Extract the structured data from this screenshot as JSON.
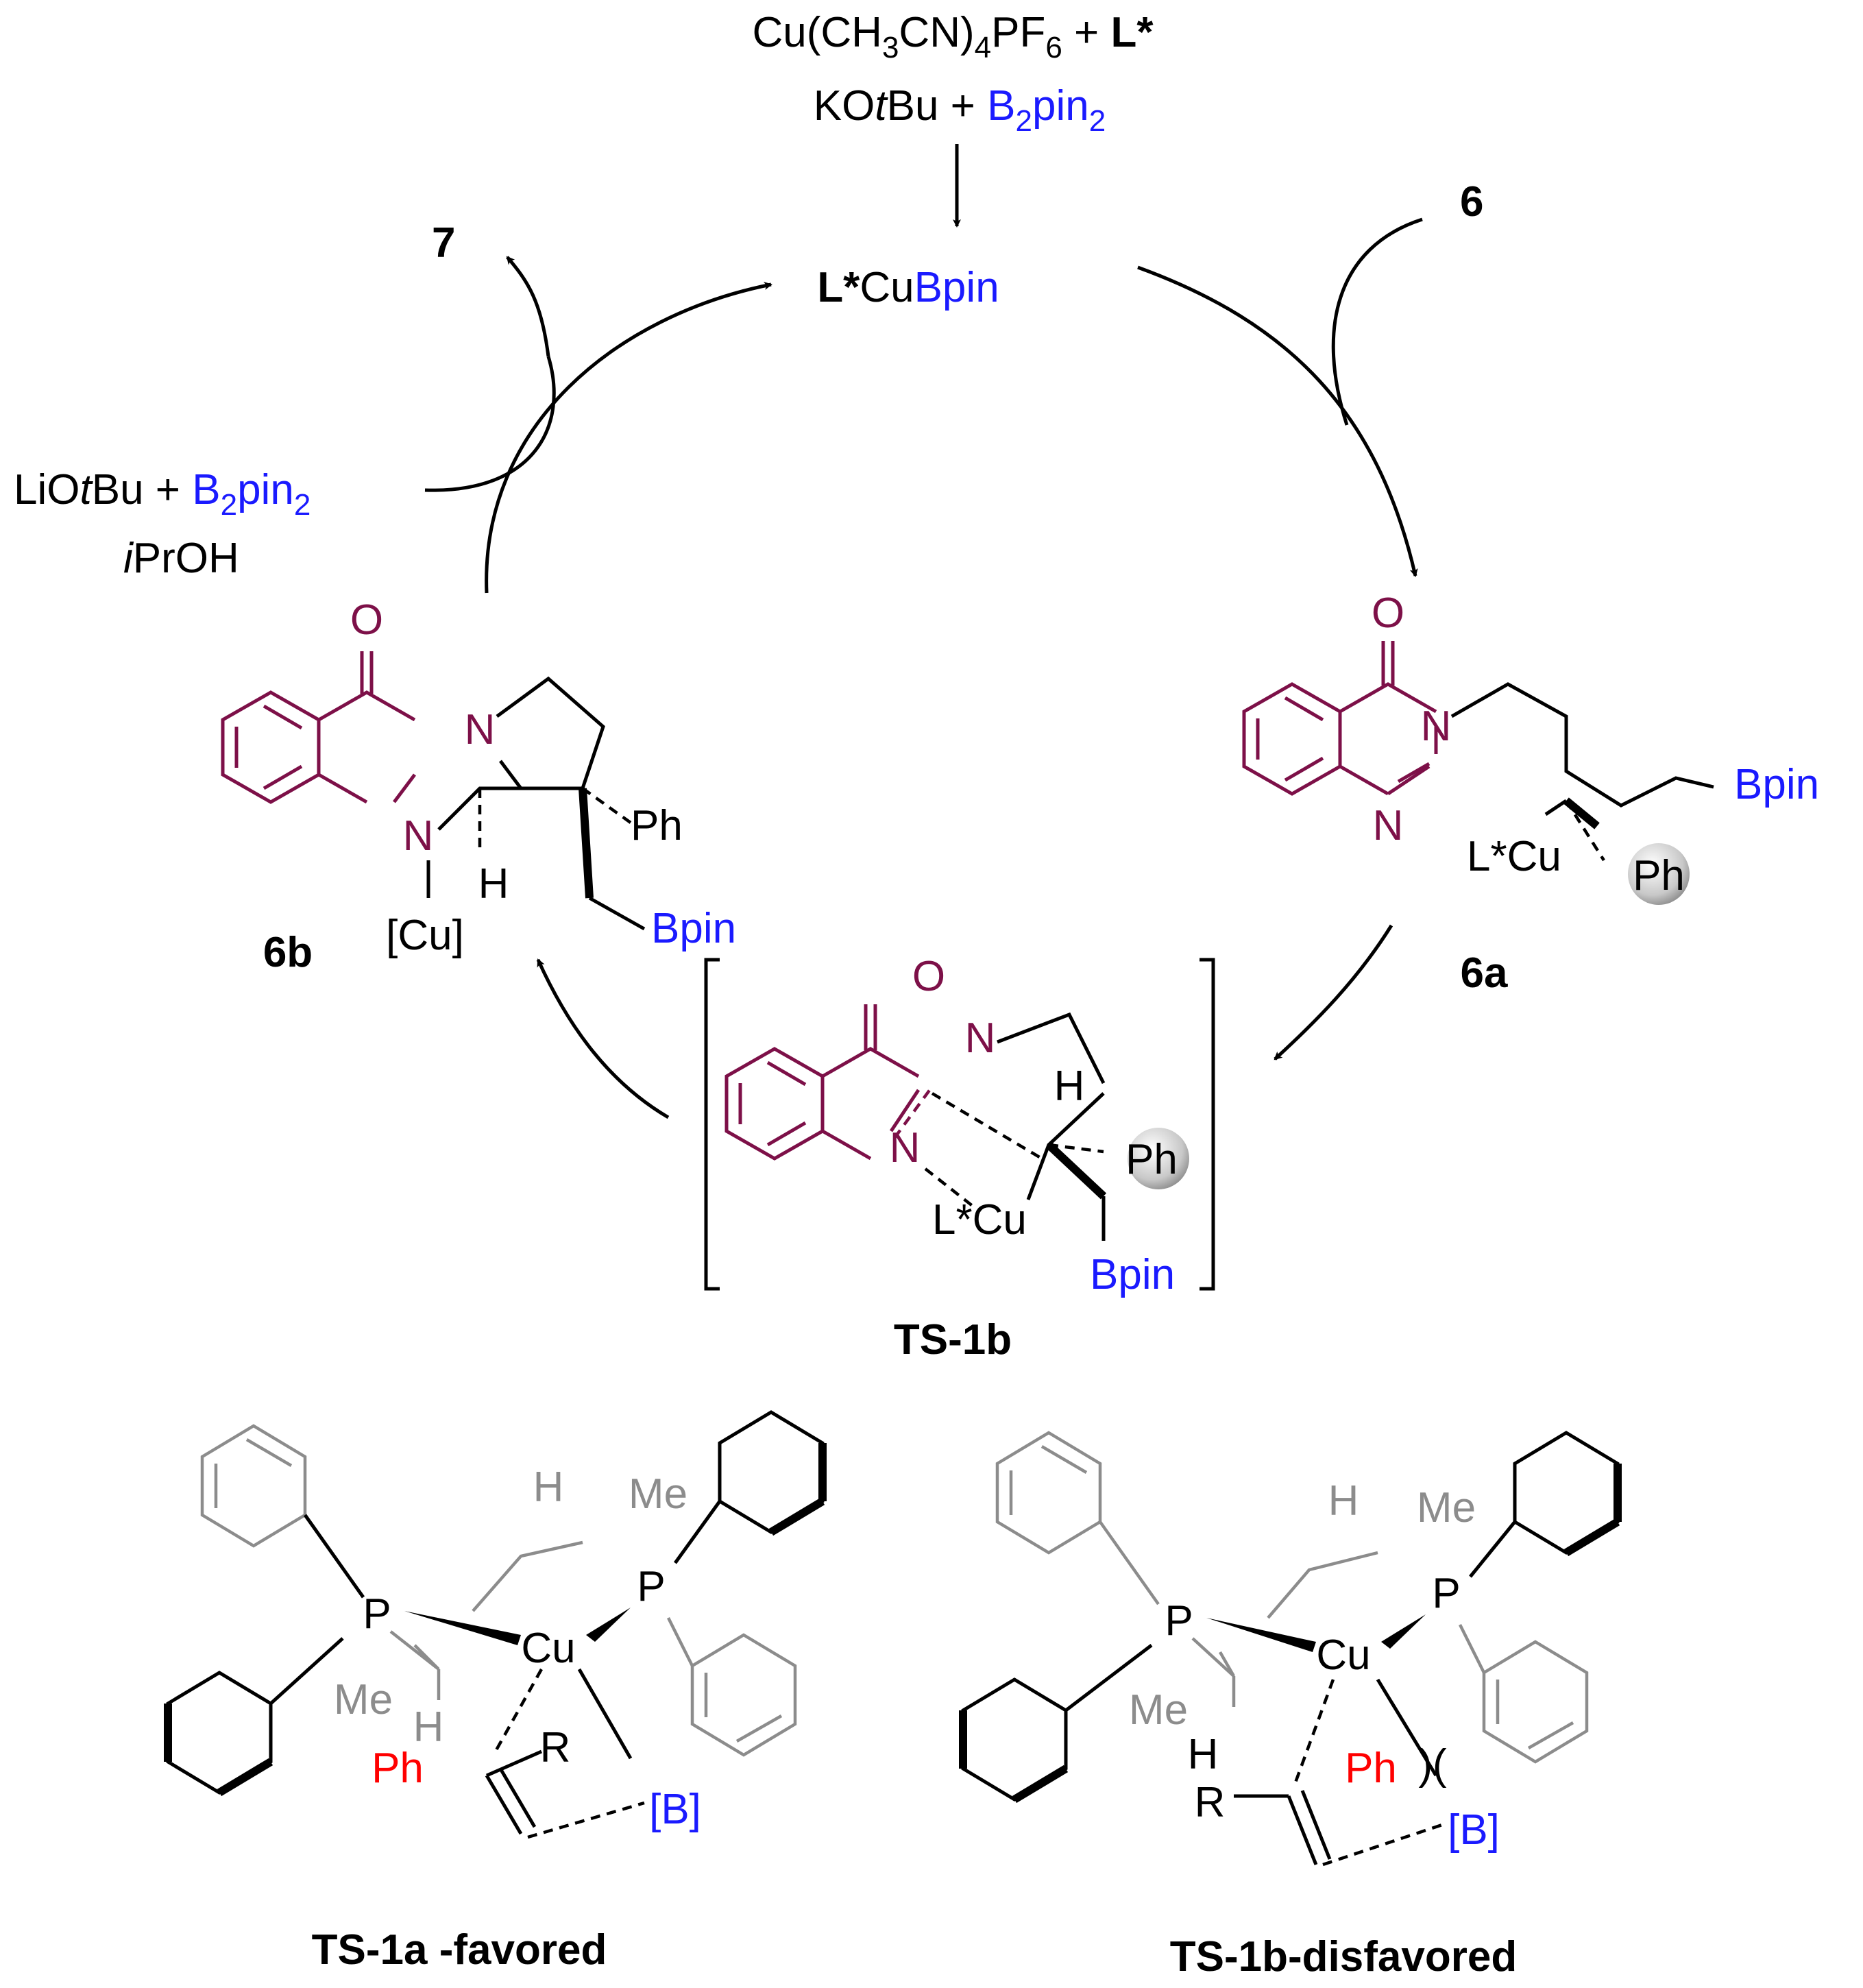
{
  "reagents_top": {
    "line1_prefix": "Cu(CH",
    "line1_sub1": "3",
    "line1_mid": "CN)",
    "line1_sub2": "4",
    "line1_pf": "PF",
    "line1_sub3": "6",
    "line1_plus": " + ",
    "line1_ligand": "L*",
    "line2_kot": "KO",
    "line2_t": "t",
    "line2_bu": "Bu + ",
    "line2_b": "B",
    "line2_b_sub": "2",
    "line2_pin": "pin",
    "line2_pin_sub": "2"
  },
  "catalyst": {
    "ligand": "L*",
    "cu": "Cu",
    "bpin": "Bpin"
  },
  "substrate": "6",
  "product": "7",
  "regen_reagents": {
    "line1_lio": "LiO",
    "line1_t": "t",
    "line1_bu": "Bu + ",
    "line1_b": "B",
    "line1_b_sub": "2",
    "line1_pin": "pin",
    "line1_pin_sub": "2",
    "line2_i": "i",
    "line2_proh": "PrOH"
  },
  "int_6a": {
    "label": "6a",
    "o": "O",
    "n_top": "N",
    "n_bottom": "N",
    "lcu": "L*Cu",
    "ph": "Ph",
    "bpin": "Bpin"
  },
  "int_6b": {
    "label": "6b",
    "o": "O",
    "n_top": "N",
    "n_bottom": "N",
    "h": "H",
    "ph": "Ph",
    "bpin": "Bpin",
    "cu": "[Cu]"
  },
  "ts_1b_cycle": {
    "label": "TS-1b",
    "o": "O",
    "n_top": "N",
    "n_bottom": "N",
    "h": "H",
    "ph": "Ph",
    "lcu": "L*Cu",
    "bpin": "Bpin"
  },
  "ts_favored": {
    "caption": "TS-1a -favored",
    "p_left": "P",
    "p_right": "P",
    "cu": "Cu",
    "h_top": "H",
    "me_top": "Me",
    "me_bottom": "Me",
    "h_bottom": "H",
    "ph": "Ph",
    "r": "R",
    "b": "[B]"
  },
  "ts_disfavored": {
    "caption": "TS-1b-disfavored",
    "p_left": "P",
    "p_right": "P",
    "cu": "Cu",
    "h_top": "H",
    "me_top": "Me",
    "me_bottom": "Me",
    "h_bottom": "H",
    "ph": "Ph",
    "r": "R",
    "b": "[B]",
    "clash": ")("
  },
  "colors": {
    "boron": "#1a1aff",
    "quinazolinone": "#7d1048",
    "phenyl_highlight": "#ff0000",
    "ligand_backbone": "#8c8c8c"
  }
}
